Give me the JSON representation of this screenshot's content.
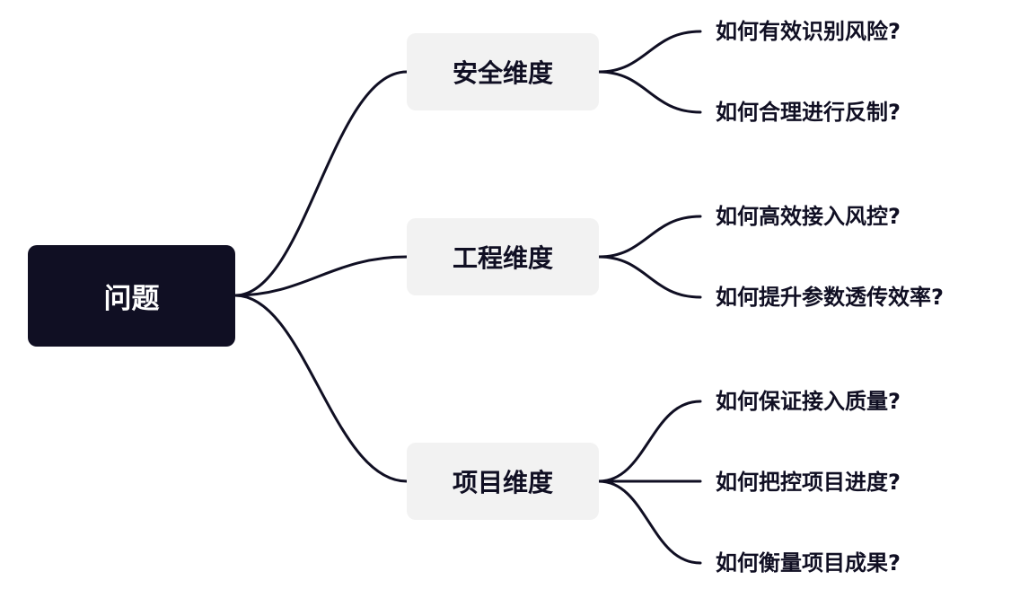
{
  "colors": {
    "root_background": "#100f23",
    "root_text": "#ffffff",
    "branch_background": "#f2f2f2",
    "text": "#100f23",
    "connector": "#100f23"
  },
  "root": {
    "label": "问题"
  },
  "branches": [
    {
      "label": "安全维度",
      "children": [
        "如何有效识别风险?",
        "如何合理进行反制?"
      ]
    },
    {
      "label": "工程维度",
      "children": [
        "如何高效接入风控?",
        "如何提升参数透传效率?"
      ]
    },
    {
      "label": "项目维度",
      "children": [
        "如何保证接入质量?",
        "如何把控项目进度?",
        "如何衡量项目成果?"
      ]
    }
  ]
}
